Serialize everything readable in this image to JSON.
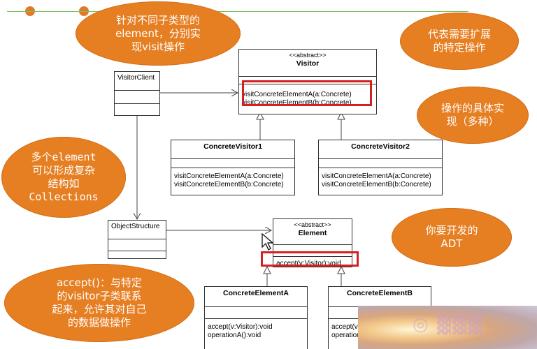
{
  "colors": {
    "bubble": "#e67e22",
    "highlight": "#d42020",
    "rule": "#7cbf5a",
    "dot": "#e07a2a"
  },
  "classes": {
    "visitor": {
      "stereotype": "<<abstract>>",
      "name": "Visitor",
      "ops": [
        "visitConcreteElementA(a:Concrete)",
        "visitConcreteElementB(b:Concrete)"
      ]
    },
    "visitor_client": {
      "name": "VisitorClient"
    },
    "concrete_visitor1": {
      "name": "ConcreteVisitor1",
      "ops": [
        "visitConcreteElementA(a:Concrete)",
        "visitConcreteElementB(b:Concrete)"
      ]
    },
    "concrete_visitor2": {
      "name": "ConcreteVisitor2",
      "ops": [
        "visitConcreteElementA(a:Concrete)",
        "visitConcreteElementB(b:Concrete)"
      ]
    },
    "object_structure": {
      "name": "ObjectStructure"
    },
    "element": {
      "stereotype": "<<abstract>>",
      "name": "Element",
      "ops": [
        "accept(v:Visitor):void"
      ]
    },
    "concrete_element_a": {
      "name": "ConcreteElementA",
      "ops": [
        "accept(v:Visitor):void",
        "operationA():void"
      ]
    },
    "concrete_element_b": {
      "name": "ConcreteElementB",
      "ops": [
        "accept(v:Visitor):void",
        "operationB():void"
      ]
    }
  },
  "bubbles": {
    "visit_ops": "针对不同子类型的\nelement，分别实\n现visit操作",
    "extension": "代表需要扩展\n的特定操作",
    "concrete_ops": "操作的具体实\n现（多种）",
    "collections": "多个element\n可以形成复杂\n结构如\nCollections",
    "adt": "你要开发的\nADT",
    "accept": "accept()：与特定\n的visitor子类联系\n起来，允许其对自己\n的数据做操作"
  }
}
